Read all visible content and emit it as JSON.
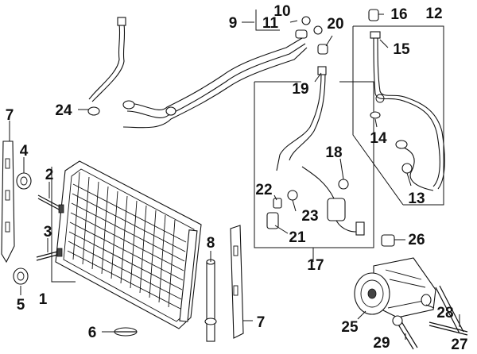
{
  "callouts": {
    "c1": "1",
    "c2": "2",
    "c3": "3",
    "c4": "4",
    "c5": "5",
    "c6": "6",
    "c7a": "7",
    "c7b": "7",
    "c8": "8",
    "c9": "9",
    "c10": "10",
    "c11": "11",
    "c12": "12",
    "c13": "13",
    "c14": "14",
    "c15": "15",
    "c16": "16",
    "c17": "17",
    "c18": "18",
    "c19": "19",
    "c20": "20",
    "c21": "21",
    "c22": "22",
    "c23": "23",
    "c24": "24",
    "c25": "25",
    "c26": "26",
    "c27": "27",
    "c28": "28",
    "c29": "29"
  }
}
